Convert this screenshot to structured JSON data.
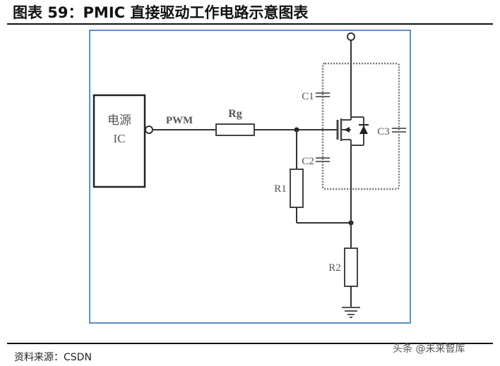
{
  "header": {
    "title": "图表 59：PMIC 直接驱动工作电路示意图表"
  },
  "diagram": {
    "ic_label_line1": "电源",
    "ic_label_line2": "IC",
    "signal_label": "PWM",
    "gate_resistor_label": "Rg",
    "capacitor_labels": [
      "C1",
      "C2",
      "C3"
    ],
    "resistor_labels": [
      "R1",
      "R2"
    ],
    "colors": {
      "frame": "#5b8fc7",
      "wire": "#333333",
      "dashed_box": "#777777"
    }
  },
  "footer": {
    "source": "资料来源：CSDN",
    "watermark": "头条 @未来智库"
  }
}
